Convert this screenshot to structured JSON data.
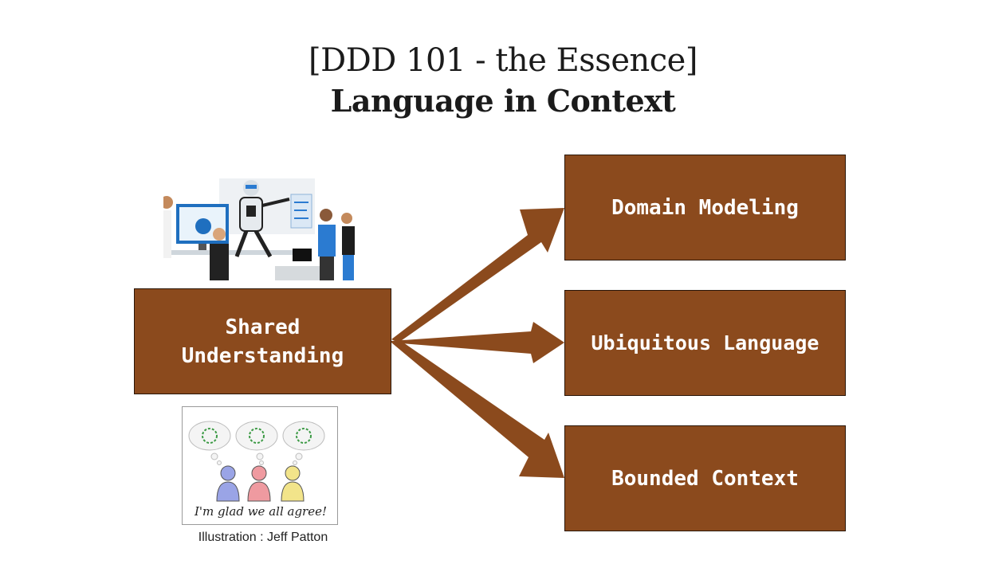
{
  "slide": {
    "title_line1": "[DDD 101 - the Essence]",
    "title_line2": "Language in Context"
  },
  "diagram": {
    "source": {
      "label_line1": "Shared",
      "label_line2": "Understanding"
    },
    "targets": [
      {
        "label": "Domain Modeling"
      },
      {
        "label": "Ubiquitous Language"
      },
      {
        "label": "Bounded Context"
      }
    ],
    "box_color": "#8B4A1D",
    "arrow_color": "#8B4A1D"
  },
  "illustration": {
    "handwriting": "I'm glad we all agree!",
    "caption": "Illustration : Jeff Patton"
  }
}
